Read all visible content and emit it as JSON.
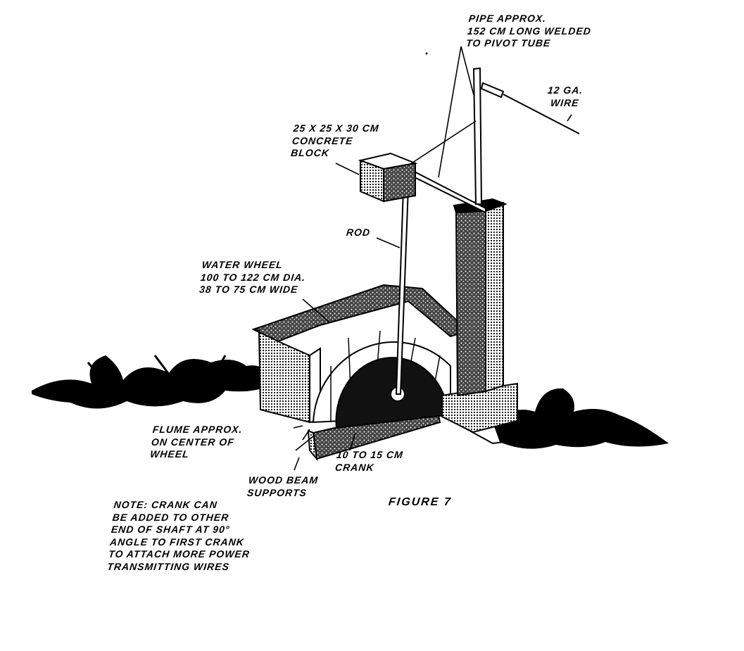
{
  "figure_title": "FIGURE 7",
  "labels": {
    "pipe": [
      "PIPE APPROX.",
      "152 CM LONG WELDED",
      "TO PIVOT TUBE"
    ],
    "wire": [
      "12 GA.",
      "WIRE"
    ],
    "block": [
      "25 X 25 X 30 CM",
      "CONCRETE",
      "BLOCK"
    ],
    "rod": [
      "ROD"
    ],
    "wheel": [
      "WATER WHEEL",
      "100 TO 122 CM DIA.",
      "38 TO 75 CM WIDE"
    ],
    "flume": [
      "FLUME APPROX.",
      "ON CENTER OF",
      "WHEEL"
    ],
    "crank": [
      "10 TO 15 CM",
      "CRANK"
    ],
    "beam": [
      "WOOD BEAM",
      "SUPPORTS"
    ]
  },
  "note": [
    "NOTE: CRANK CAN",
    "BE ADDED TO OTHER",
    "END OF SHAFT AT 90°",
    "ANGLE TO FIRST CRANK",
    "TO ATTACH MORE POWER",
    "TRANSMITTING WIRES"
  ],
  "colors": {
    "ink": "#000000",
    "paper": "#ffffff"
  }
}
